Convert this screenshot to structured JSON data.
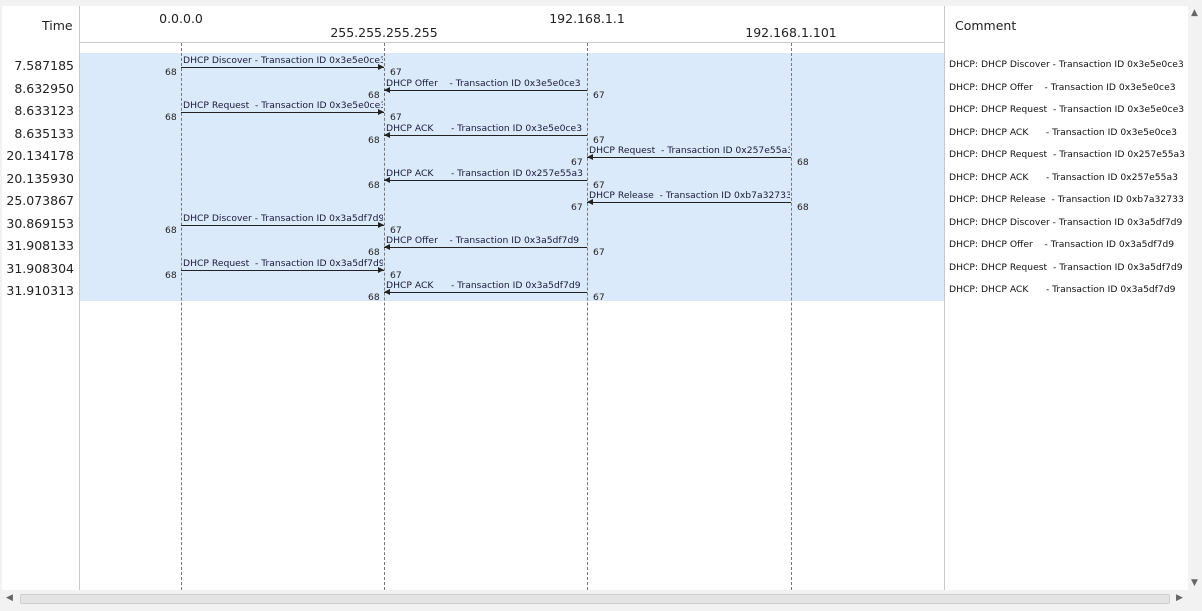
{
  "headers": {
    "time": "Time",
    "comment": "Comment",
    "nodes": [
      "0.0.0.0",
      "255.255.255.255",
      "192.168.1.1",
      "192.168.1.101"
    ]
  },
  "flows": [
    {
      "time": "7.587185",
      "label": "DHCP Discover - Transaction ID 0x3e5e0ce3",
      "from": 0,
      "to": 1,
      "src_port": "68",
      "dst_port": "67",
      "comment": "DHCP: DHCP Discover - Transaction ID 0x3e5e0ce3"
    },
    {
      "time": "8.632950",
      "label": "DHCP Offer    - Transaction ID 0x3e5e0ce3",
      "from": 2,
      "to": 1,
      "src_port": "67",
      "dst_port": "68",
      "comment": "DHCP: DHCP Offer    - Transaction ID 0x3e5e0ce3"
    },
    {
      "time": "8.633123",
      "label": "DHCP Request  - Transaction ID 0x3e5e0ce3",
      "from": 0,
      "to": 1,
      "src_port": "68",
      "dst_port": "67",
      "comment": "DHCP: DHCP Request  - Transaction ID 0x3e5e0ce3"
    },
    {
      "time": "8.635133",
      "label": "DHCP ACK      - Transaction ID 0x3e5e0ce3",
      "from": 2,
      "to": 1,
      "src_port": "67",
      "dst_port": "68",
      "comment": "DHCP: DHCP ACK      - Transaction ID 0x3e5e0ce3"
    },
    {
      "time": "20.134178",
      "label": "DHCP Request  - Transaction ID 0x257e55a3",
      "from": 3,
      "to": 2,
      "src_port": "68",
      "dst_port": "67",
      "comment": "DHCP: DHCP Request  - Transaction ID 0x257e55a3"
    },
    {
      "time": "20.135930",
      "label": "DHCP ACK      - Transaction ID 0x257e55a3",
      "from": 2,
      "to": 1,
      "src_port": "67",
      "dst_port": "68",
      "comment": "DHCP: DHCP ACK      - Transaction ID 0x257e55a3"
    },
    {
      "time": "25.073867",
      "label": "DHCP Release  - Transaction ID 0xb7a32733",
      "from": 3,
      "to": 2,
      "src_port": "68",
      "dst_port": "67",
      "comment": "DHCP: DHCP Release  - Transaction ID 0xb7a32733"
    },
    {
      "time": "30.869153",
      "label": "DHCP Discover - Transaction ID 0x3a5df7d9",
      "from": 0,
      "to": 1,
      "src_port": "68",
      "dst_port": "67",
      "comment": "DHCP: DHCP Discover - Transaction ID 0x3a5df7d9"
    },
    {
      "time": "31.908133",
      "label": "DHCP Offer    - Transaction ID 0x3a5df7d9",
      "from": 2,
      "to": 1,
      "src_port": "67",
      "dst_port": "68",
      "comment": "DHCP: DHCP Offer    - Transaction ID 0x3a5df7d9"
    },
    {
      "time": "31.908304",
      "label": "DHCP Request  - Transaction ID 0x3a5df7d9",
      "from": 0,
      "to": 1,
      "src_port": "68",
      "dst_port": "67",
      "comment": "DHCP: DHCP Request  - Transaction ID 0x3a5df7d9"
    },
    {
      "time": "31.910313",
      "label": "DHCP ACK      - Transaction ID 0x3a5df7d9",
      "from": 2,
      "to": 1,
      "src_port": "67",
      "dst_port": "68",
      "comment": "DHCP: DHCP ACK      - Transaction ID 0x3a5df7d9"
    }
  ],
  "scrollbar": {
    "up_icon": "arrow-up-icon",
    "down_icon": "arrow-down-icon",
    "left_icon": "arrow-left-icon",
    "right_icon": "arrow-right-icon"
  }
}
